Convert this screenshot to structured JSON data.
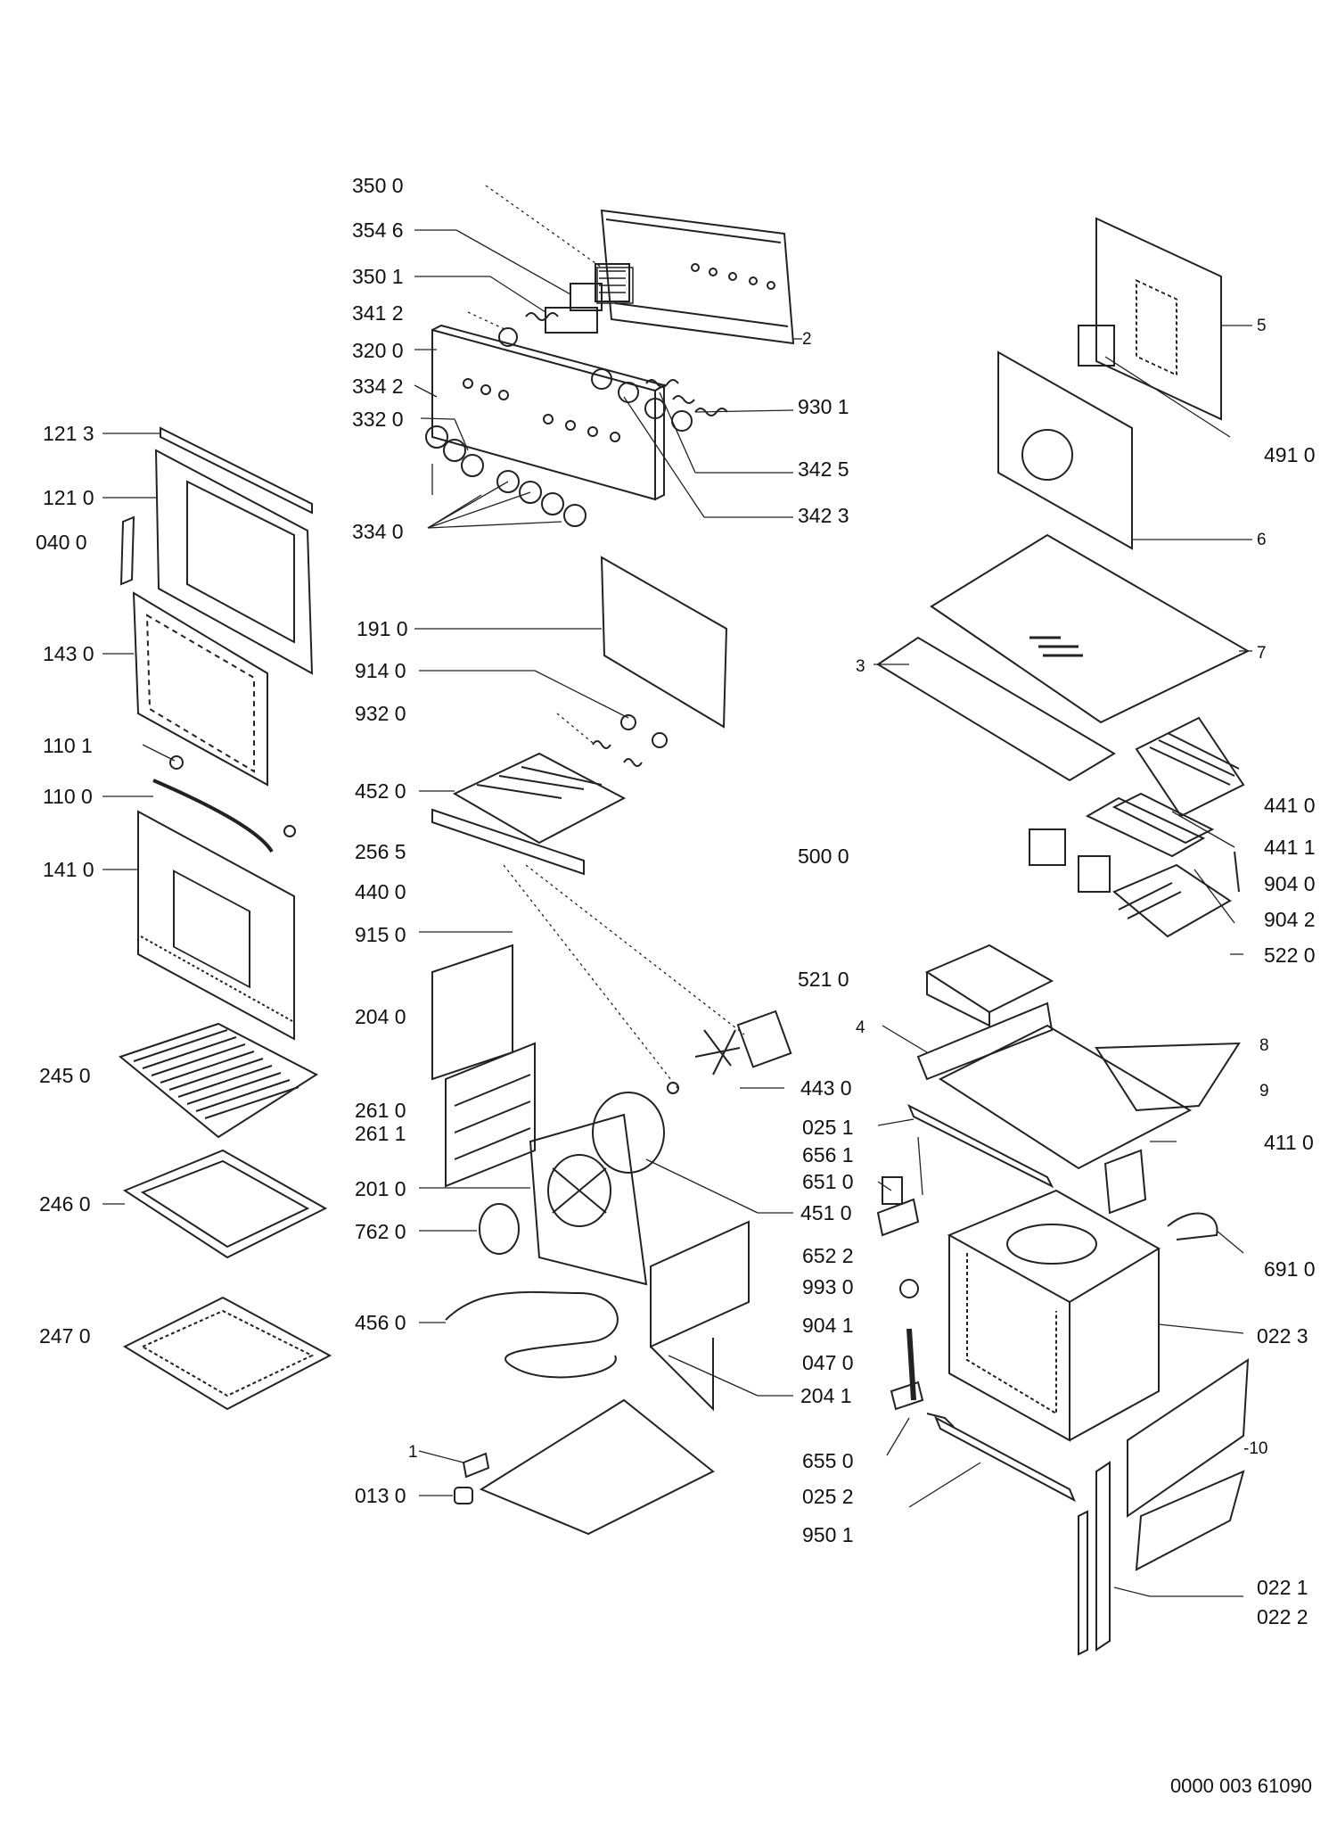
{
  "labels": {
    "l3500": "350 0",
    "l3546": "354 6",
    "l3501": "350 1",
    "l3412": "341 2",
    "l3200": "320 0",
    "l3342": "334 2",
    "l3320": "332 0",
    "l3340": "334 0",
    "l9301": "930 1",
    "l3425": "342 5",
    "l3423": "342 3",
    "l2": "2",
    "l5": "5",
    "l4910": "491 0",
    "l6": "6",
    "l7": "7",
    "l3": "3",
    "l1213": "121 3",
    "l1210": "121 0",
    "l0400": "040 0",
    "l1430": "143 0",
    "l1101": "110 1",
    "l1100": "110 0",
    "l1410": "141 0",
    "l2450": "245 0",
    "l2460": "246 0",
    "l2470": "247 0",
    "l1910": "191 0",
    "l9140": "914 0",
    "l9320": "932 0",
    "l4520": "452 0",
    "l2565": "256 5",
    "l4400": "440 0",
    "l9150": "915 0",
    "l2040": "204 0",
    "l2610": "261 0",
    "l2611": "261 1",
    "l2010": "201 0",
    "l7620": "762 0",
    "l4560": "456 0",
    "l1": "1",
    "l0130": "013 0",
    "l5000": "500 0",
    "l5210": "521 0",
    "l4430": "443 0",
    "l4510": "451 0",
    "l4410": "441 0",
    "l4411": "441 1",
    "l9040": "904 0",
    "l9042": "904 2",
    "l5220": "522 0",
    "l4": "4",
    "l8": "8",
    "l9": "9",
    "l0251": "025 1",
    "l6561": "656 1",
    "l6510": "651 0",
    "l6522": "652 2",
    "l9930": "993 0",
    "l9041": "904 1",
    "l0470": "047 0",
    "l2041": "204 1",
    "l4110": "411 0",
    "l6910": "691 0",
    "l0223": "022 3",
    "l10": "-10",
    "l6550": "655 0",
    "l0252": "025 2",
    "l9501": "950 1",
    "l0221": "022 1",
    "l0222": "022 2"
  },
  "reference_code": "0000 003 61090"
}
